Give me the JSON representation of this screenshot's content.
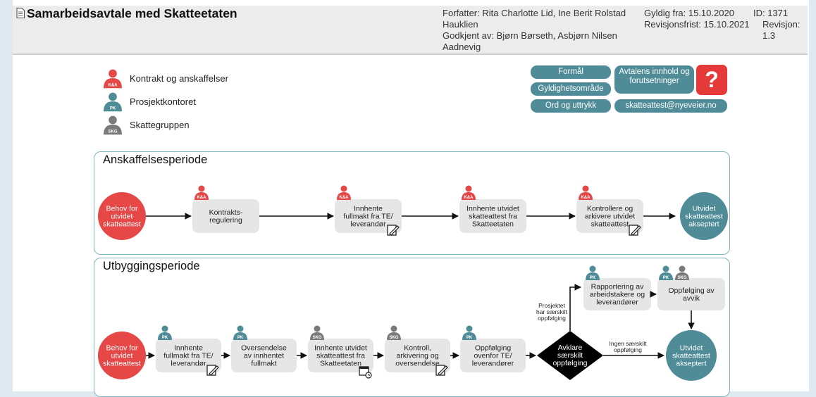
{
  "header": {
    "title": "Samarbeidsavtale med Skatteetaten",
    "author_line1": "Forfatter: Rita Charlotte Lid, Ine Berit Rolstad",
    "author_line2": "Hauklien",
    "approved_line1": "Godkjent av: Bjørn Børseth, Asbjørn Nilsen",
    "approved_line2": "Aadnevig",
    "valid_from": "Gyldig fra: 15.10.2020",
    "revision_deadline": "Revisjonsfrist: 15.10.2021",
    "id": "ID: 1371",
    "revision": "Revisjon: 1.3"
  },
  "legend": [
    {
      "badge": "K&A",
      "label": "Kontrakt og anskaffelser",
      "color": "#e64848"
    },
    {
      "badge": "PK",
      "label": "Prosjektkontoret",
      "color": "#4f8c97"
    },
    {
      "badge": "SKG",
      "label": "Skattegruppen",
      "color": "#7a7a7a"
    }
  ],
  "buttons": {
    "formal": "Formål",
    "gyldighet": "Gyldighetsområde",
    "ord": "Ord og uttrykk",
    "innhold": "Avtalens innhold og forutsetninger",
    "email": "skatteattest@nyeveier.no",
    "help": "?"
  },
  "colors": {
    "accent": "#4f8c97",
    "red": "#e64848",
    "grey": "#7a7a7a",
    "box": "#e6e6e6"
  },
  "sections": {
    "anskaffelse": {
      "title": "Anskaffelsesperiode",
      "start": [
        "Behov for",
        "utvidet",
        "skatteattest"
      ],
      "steps": [
        {
          "badge": "K&A",
          "lines": [
            "Kontrakts-",
            "regulering"
          ],
          "icon": ""
        },
        {
          "badge": "K&A",
          "lines": [
            "Innhente",
            "fullmakt fra TE/",
            "leverandør"
          ],
          "icon": "pen-icon"
        },
        {
          "badge": "K&A",
          "lines": [
            "Innhente utvidet",
            "skatteattest fra",
            "Skatteetaten"
          ],
          "icon": ""
        },
        {
          "badge": "K&A",
          "lines": [
            "Kontrollere og",
            "arkivere utvidet",
            "skatteattest"
          ],
          "icon": "pen-icon"
        }
      ],
      "end": [
        "Utvidet",
        "skatteattest",
        "akseptert"
      ]
    },
    "utbygging": {
      "title": "Utbyggingsperiode",
      "start": [
        "Behov for",
        "utvidet",
        "skatteattest"
      ],
      "steps": [
        {
          "badge": "PK",
          "lines": [
            "Innhente",
            "fullmakt fra TE/",
            "leverandør"
          ],
          "icon": "pen-icon"
        },
        {
          "badge": "PK",
          "lines": [
            "Oversendelse",
            "av innhentet",
            "fullmakt"
          ],
          "icon": ""
        },
        {
          "badge": "SKG",
          "lines": [
            "Innhente utvidet",
            "skatteattest fra",
            "Skatteetaten"
          ],
          "icon": "calendar-icon"
        },
        {
          "badge": "SKG",
          "lines": [
            "Kontroll,",
            "arkivering og",
            "oversendelse"
          ],
          "icon": "pen-icon"
        },
        {
          "badge": "PK",
          "lines": [
            "Oppfølging",
            "ovenfor TE/",
            "leverandører"
          ],
          "icon": ""
        }
      ],
      "decision": [
        "Avklare",
        "særskilt",
        "oppfølging"
      ],
      "yes_label": [
        "Prosjektet",
        "har særskilt",
        "oppfølging"
      ],
      "no_label": [
        "Ingen særskilt",
        "oppfølging"
      ],
      "report": {
        "badge": "PK",
        "lines": [
          "Rapportering av",
          "arbeidstakere og",
          "leverandører"
        ]
      },
      "followup": {
        "badges": [
          "PK",
          "SKG"
        ],
        "lines": [
          "Oppfølging av",
          "avvik"
        ]
      },
      "end": [
        "Utvidet",
        "skatteattest",
        "akseptert"
      ]
    }
  }
}
